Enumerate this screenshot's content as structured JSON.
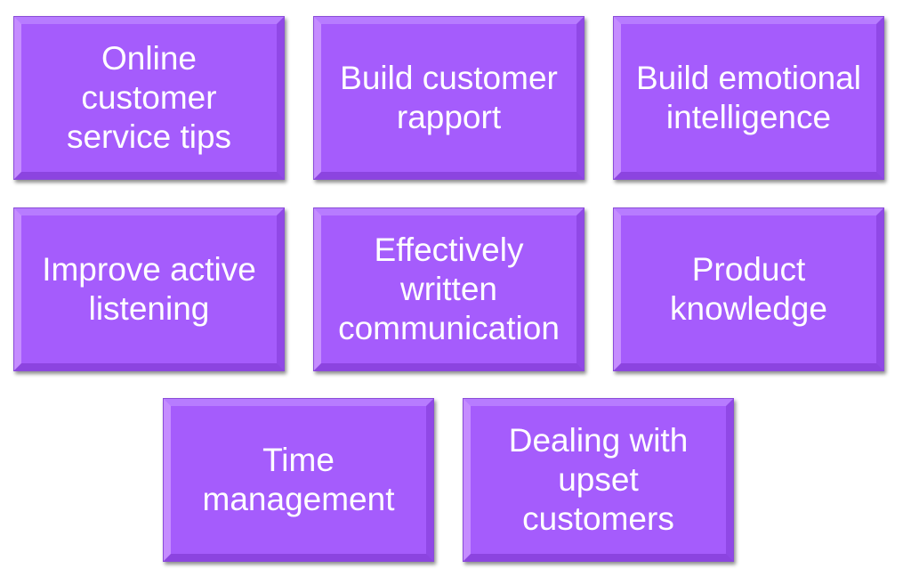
{
  "boxes": [
    {
      "label": "Online customer service tips"
    },
    {
      "label": "Build customer rapport"
    },
    {
      "label": "Build emotional intelligence"
    },
    {
      "label": "Improve active listening"
    },
    {
      "label": "Effectively written communication"
    },
    {
      "label": "Product knowledge"
    },
    {
      "label": "Time management"
    },
    {
      "label": "Dealing with upset customers"
    }
  ],
  "colors": {
    "box_fill": "#a55cfc",
    "text": "#ffffff"
  }
}
